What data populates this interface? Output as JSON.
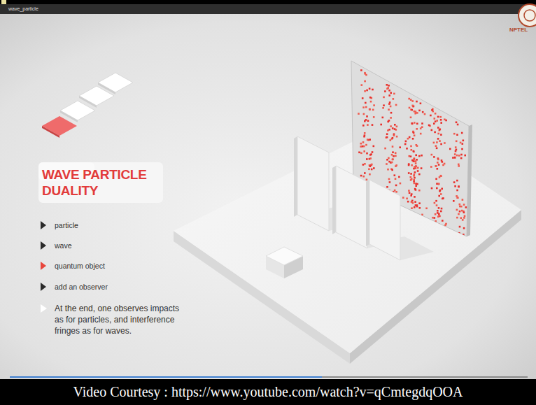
{
  "diagram": {
    "title": "WAVE PARTICLE DUALITY",
    "caption": "Video Courtesy : https://www.youtube.com/watch?v=qCmtegdqOOA",
    "labels": [
      "wave_particle",
      "NPTEL",
      "particle",
      "wave",
      "quantum object",
      "add an observer",
      "At the end, one observes impacts as for particles, and interference fringes as for waves."
    ]
  }
}
